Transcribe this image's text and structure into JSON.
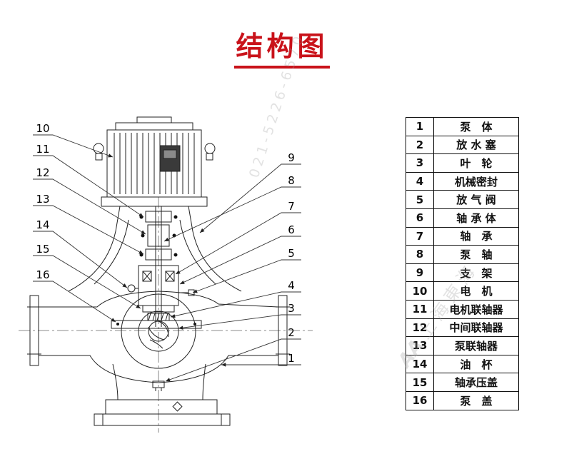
{
  "title": "结构图",
  "colors": {
    "accent_red": "#c9121a",
    "line_black": "#222222"
  },
  "watermark": {
    "company": "上海東海",
    "phone": "021-5226-6570",
    "logo": "AA"
  },
  "diagram": {
    "left_callouts": [
      "10",
      "11",
      "12",
      "13",
      "14",
      "15",
      "16"
    ],
    "right_callouts": [
      "9",
      "8",
      "7",
      "6",
      "5",
      "4",
      "3",
      "2",
      "1"
    ]
  },
  "parts_table": {
    "rows": [
      {
        "no": "1",
        "name": "泵　体"
      },
      {
        "no": "2",
        "name": "放 水 塞"
      },
      {
        "no": "3",
        "name": "叶　轮"
      },
      {
        "no": "4",
        "name": "机械密封"
      },
      {
        "no": "5",
        "name": "放 气 阀"
      },
      {
        "no": "6",
        "name": "轴 承 体"
      },
      {
        "no": "7",
        "name": "轴　承"
      },
      {
        "no": "8",
        "name": "泵　轴"
      },
      {
        "no": "9",
        "name": "支　架"
      },
      {
        "no": "10",
        "name": "电　机"
      },
      {
        "no": "11",
        "name": "电机联轴器"
      },
      {
        "no": "12",
        "name": "中间联轴器"
      },
      {
        "no": "13",
        "name": "泵联轴器"
      },
      {
        "no": "14",
        "name": "油　杯"
      },
      {
        "no": "15",
        "name": "轴承压盖"
      },
      {
        "no": "16",
        "name": "泵　盖"
      }
    ]
  }
}
